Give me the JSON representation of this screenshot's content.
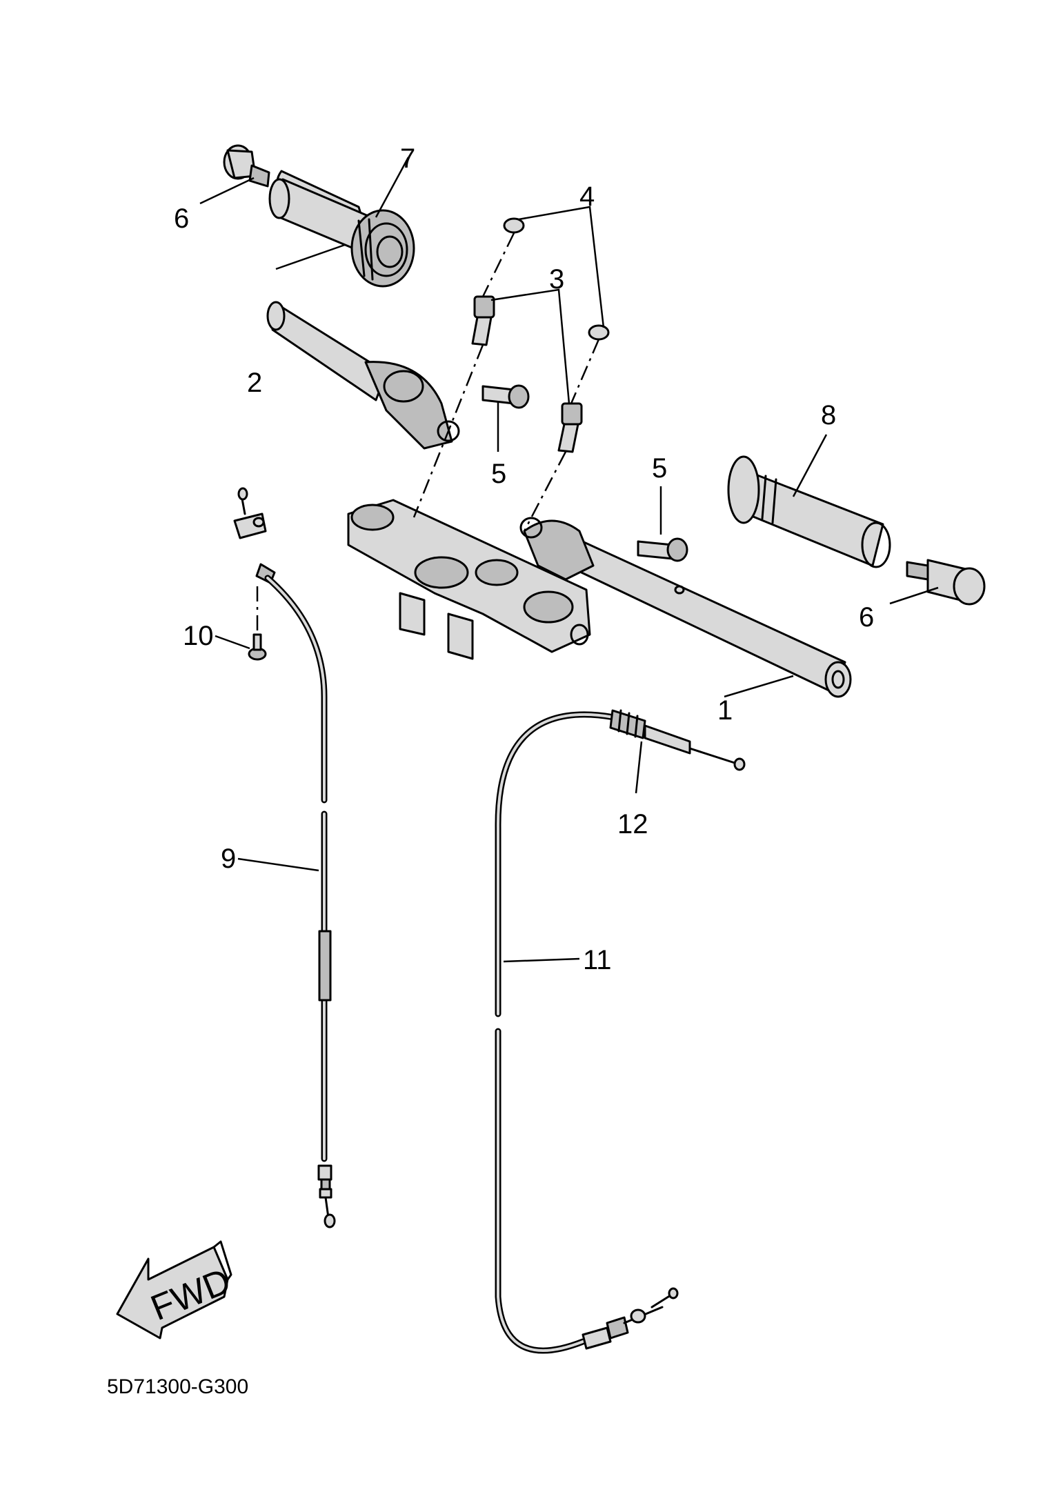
{
  "diagram_code": "5D71300-G300",
  "fwd_label": "FWD",
  "callouts": {
    "c1": "1",
    "c2": "2",
    "c3": "3",
    "c4": "4",
    "c5a": "5",
    "c5b": "5",
    "c6a": "6",
    "c6b": "6",
    "c7": "7",
    "c8": "8",
    "c9": "9",
    "c10": "10",
    "c11": "11",
    "c12": "12"
  }
}
